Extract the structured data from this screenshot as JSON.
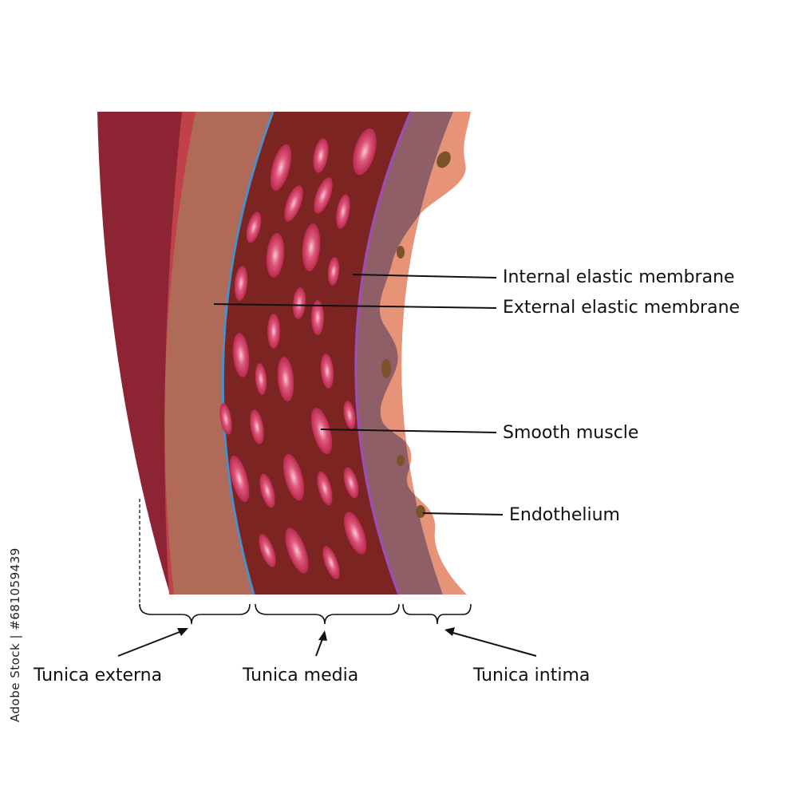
{
  "labels": {
    "internal_elastic_membrane": "Internal elastic membrane",
    "external_elastic_membrane": "External elastic membrane",
    "smooth_muscle": "Smooth muscle",
    "endothelium": "Endothelium",
    "tunica_externa": "Tunica externa",
    "tunica_media": "Tunica media",
    "tunica_intima": "Tunica intima"
  },
  "stock_id": "Adobe Stock | #681059439",
  "colors": {
    "outer_dark": "#8c2433",
    "outer_red": "#c0414a",
    "externa_tan": "#b06a58",
    "external_membrane": "#4a90c8",
    "media_dark": "#7b2422",
    "muscle_cell": "#d6375f",
    "internal_membrane": "#9b4fb0",
    "intima_mauve": "#8e5f66",
    "endothelium": "#e69378",
    "nucleus": "#7a5428"
  }
}
